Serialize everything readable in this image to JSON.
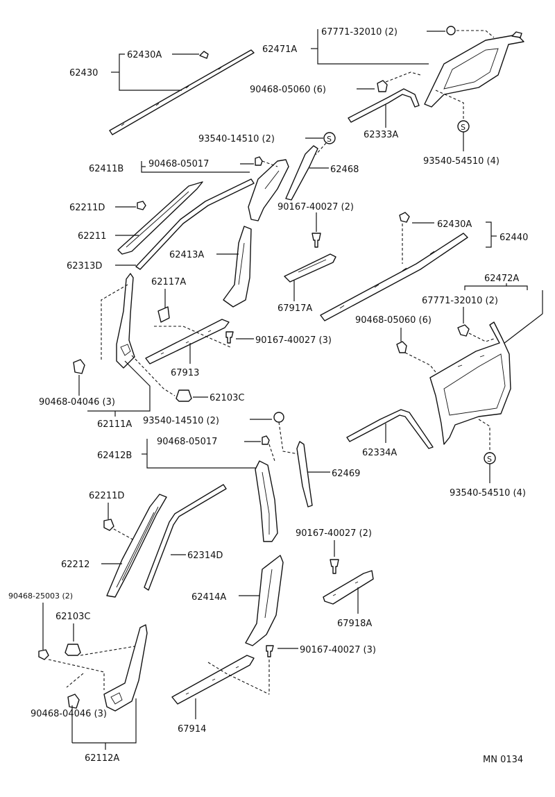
{
  "labels": {
    "p62430": "62430",
    "p62430A_top": "62430A",
    "p62471A": "62471A",
    "p67771_top": "67771-32010 (2)",
    "p90468_05060_top": "90468-05060 (6)",
    "p62333A": "62333A",
    "p93540_54510_top": "93540-54510 (4)",
    "p93540_14510_top": "93540-14510 (2)",
    "p62411B": "62411B",
    "p90468_05017_top": "90468-05017",
    "p62468": "62468",
    "p62211D_top": "62211D",
    "p90167_40027_a": "90167-40027 (2)",
    "p62211": "62211",
    "p62430A_mid": "62430A",
    "p62440": "62440",
    "p62413A": "62413A",
    "p62313D": "62313D",
    "p62117A": "62117A",
    "p67917A": "67917A",
    "p62472A": "62472A",
    "p67771_mid": "67771-32010 (2)",
    "p90468_05060_mid": "90468-05060 (6)",
    "p90167_40027_b": "90167-40027 (3)",
    "p67913": "67913",
    "p90468_04046_a": "90468-04046 (3)",
    "p62103C_a": "62103C",
    "p62111A": "62111A",
    "p93540_14510_mid": "93540-14510 (2)",
    "p90468_05017_mid": "90468-05017",
    "p62334A": "62334A",
    "p62412B": "62412B",
    "p62469": "62469",
    "p93540_54510_mid": "93540-54510 (4)",
    "p62211D_bot": "62211D",
    "p90167_40027_c": "90167-40027 (2)",
    "p62212": "62212",
    "p62314D": "62314D",
    "p62414A": "62414A",
    "p67918A": "67918A",
    "p90468_25003": "90468-25003 (2)",
    "p62103C_b": "62103C",
    "p90167_40027_d": "90167-40027 (3)",
    "p90468_04046_b": "90468-04046 (3)",
    "p67914": "67914",
    "p62112A": "62112A",
    "diagram_code": "MN 0134"
  },
  "symbols": {
    "screw_cap": "S"
  }
}
